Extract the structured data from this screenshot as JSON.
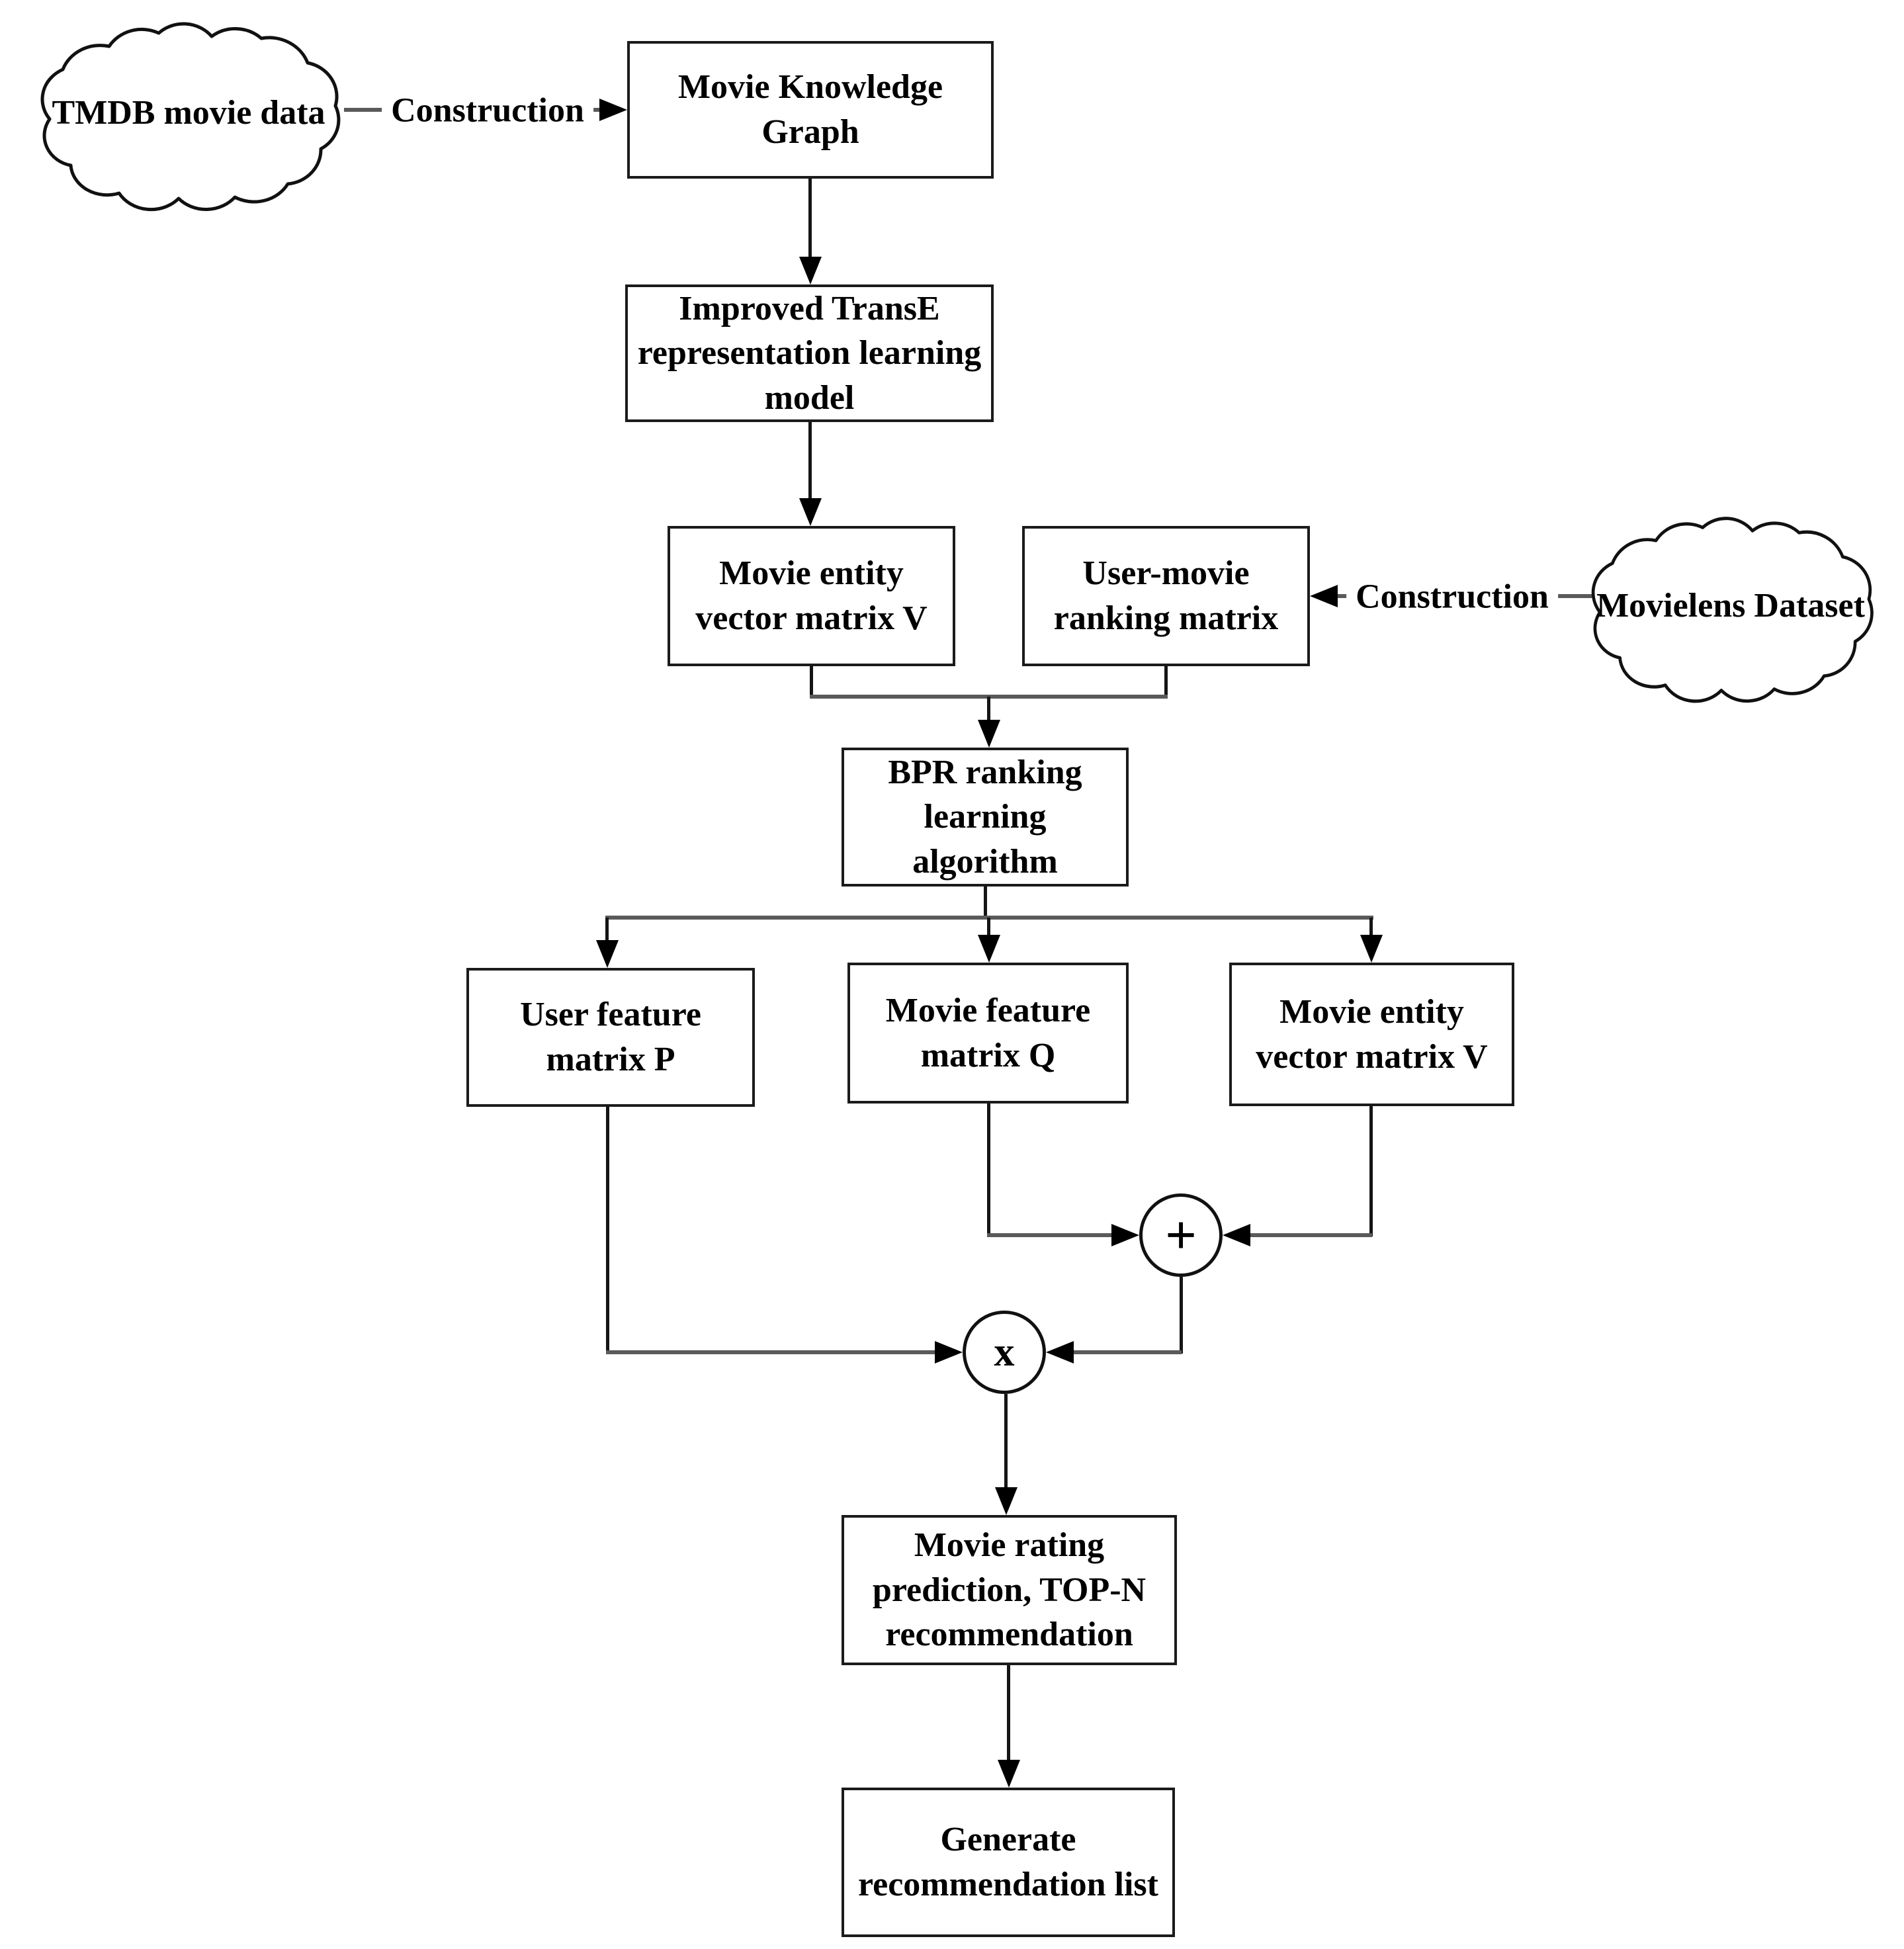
{
  "diagram": {
    "title": "Movie recommendation flowchart",
    "colors": {
      "background": "#ffffff",
      "line": "#5a5a5a",
      "border": "#1b1b1b",
      "text": "#000000",
      "arrowhead": "#000000"
    },
    "clouds": [
      {
        "id": "tmdb",
        "label": "TMDB movie data"
      },
      {
        "id": "movielens",
        "label": "Movielens Dataset"
      }
    ],
    "nodes": [
      {
        "id": "movie-knowledge-graph",
        "label": "Movie Knowledge Graph"
      },
      {
        "id": "improved-transe-model",
        "label": "Improved TransE representation learning model"
      },
      {
        "id": "movie-entity-vector-matrix-v-top",
        "label": "Movie entity vector matrix V"
      },
      {
        "id": "user-movie-ranking-matrix",
        "label": "User-movie ranking matrix"
      },
      {
        "id": "bpr-ranking-learning-algorithm",
        "label": "BPR ranking learning algorithm"
      },
      {
        "id": "user-feature-matrix-p",
        "label": "User feature matrix P"
      },
      {
        "id": "movie-feature-matrix-q",
        "label": "Movie feature matrix Q"
      },
      {
        "id": "movie-entity-vector-matrix-v-bottom",
        "label": "Movie entity vector matrix V"
      },
      {
        "id": "movie-rating-prediction",
        "label": "Movie rating prediction, TOP-N recommendation"
      },
      {
        "id": "generate-recommendation-list",
        "label": "Generate recommendation list"
      }
    ],
    "operators": {
      "plus": "+",
      "multiply": "x"
    },
    "edges": [
      {
        "from": "tmdb",
        "to": "movie-knowledge-graph",
        "label": "Construction"
      },
      {
        "from": "movie-knowledge-graph",
        "to": "improved-transe-model"
      },
      {
        "from": "improved-transe-model",
        "to": "movie-entity-vector-matrix-v-top"
      },
      {
        "from": "movielens",
        "to": "user-movie-ranking-matrix",
        "label": "Construction"
      },
      {
        "from": "movie-entity-vector-matrix-v-top",
        "to": "bpr-ranking-learning-algorithm"
      },
      {
        "from": "user-movie-ranking-matrix",
        "to": "bpr-ranking-learning-algorithm"
      },
      {
        "from": "bpr-ranking-learning-algorithm",
        "to": "user-feature-matrix-p"
      },
      {
        "from": "bpr-ranking-learning-algorithm",
        "to": "movie-feature-matrix-q"
      },
      {
        "from": "bpr-ranking-learning-algorithm",
        "to": "movie-entity-vector-matrix-v-bottom"
      },
      {
        "from": "movie-feature-matrix-q",
        "to": "plus"
      },
      {
        "from": "movie-entity-vector-matrix-v-bottom",
        "to": "plus"
      },
      {
        "from": "plus",
        "to": "multiply"
      },
      {
        "from": "user-feature-matrix-p",
        "to": "multiply"
      },
      {
        "from": "multiply",
        "to": "movie-rating-prediction"
      },
      {
        "from": "movie-rating-prediction",
        "to": "generate-recommendation-list"
      }
    ]
  }
}
